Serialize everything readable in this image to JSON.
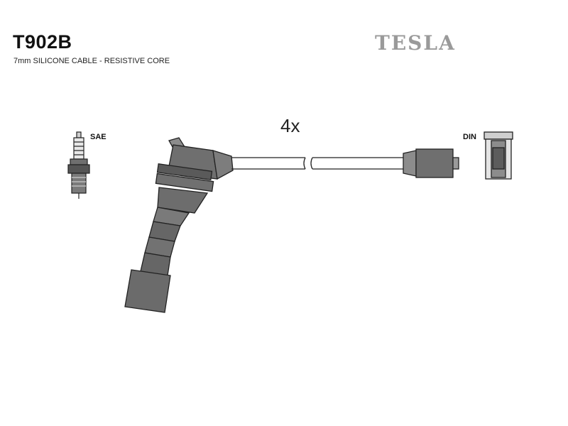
{
  "header": {
    "part_number": "T902B",
    "description": "7mm SILICONE CABLE - RESISTIVE CORE",
    "brand": "TESLA"
  },
  "diagram": {
    "quantity": "4x",
    "left_terminal_label": "SAE",
    "right_terminal_label": "DIN"
  },
  "colors": {
    "line": "#222222",
    "fill_dark": "#6f6f6f",
    "fill_mid": "#8c8c8c",
    "fill_light": "#bdbdbd",
    "brand_gray": "#9a9a9a"
  }
}
